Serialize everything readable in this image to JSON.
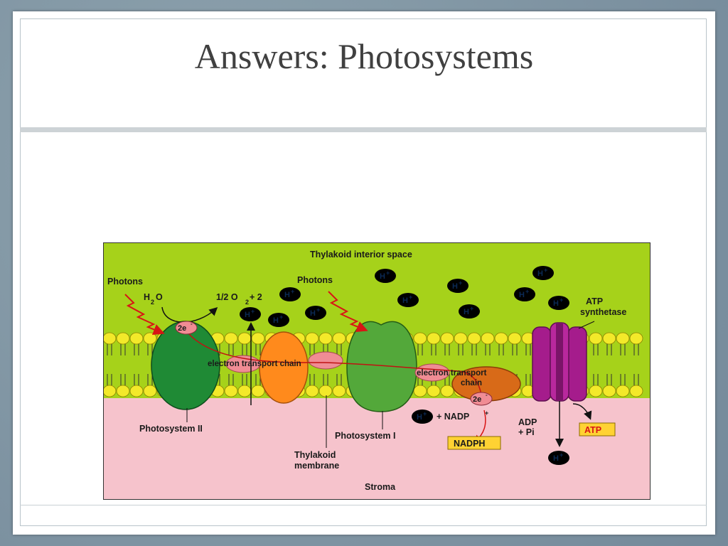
{
  "slide": {
    "title": "Answers: Photosystems"
  },
  "diagram": {
    "thylakoid_space": "Thylakoid interior space",
    "stroma": "Stroma",
    "photons": "Photons",
    "water": "H",
    "water_sub": "2",
    "water_o": "O",
    "oxygen": "1/2 O",
    "oxygen_sub": "2",
    "oxygen_suffix": " + 2",
    "electrons": "2e",
    "electron_charge": "-",
    "etc_1": "electron transport chain",
    "etc_2_line1": "electron transport",
    "etc_2_line2": "chain",
    "photosystem_2": "Photosystem II",
    "photosystem_1": "Photosystem I",
    "membrane_line1": "Thylakoid",
    "membrane_line2": "membrane",
    "nadp": "+ NADP",
    "nadp_charge": "+",
    "nadph": "NADPH",
    "adp_line1": "ADP",
    "adp_line2": "+ Pi",
    "atp": "ATP",
    "atp_synthetase_line1": "ATP",
    "atp_synthetase_line2": "synthetase",
    "proton": "H",
    "proton_charge": "+"
  },
  "colors": {
    "interior": "#a6d21a",
    "stroma": "#f6c3cc",
    "lipid_head": "#f3e92a",
    "photosystem": "#1f8a35",
    "photosystem_1": "#53a83a",
    "cytochrome": "#ff8a1c",
    "carrier": "#f08c94",
    "atp_synthase": "#a51c8c",
    "proton": "#3fb3dc",
    "arrow_red": "#d81515"
  }
}
